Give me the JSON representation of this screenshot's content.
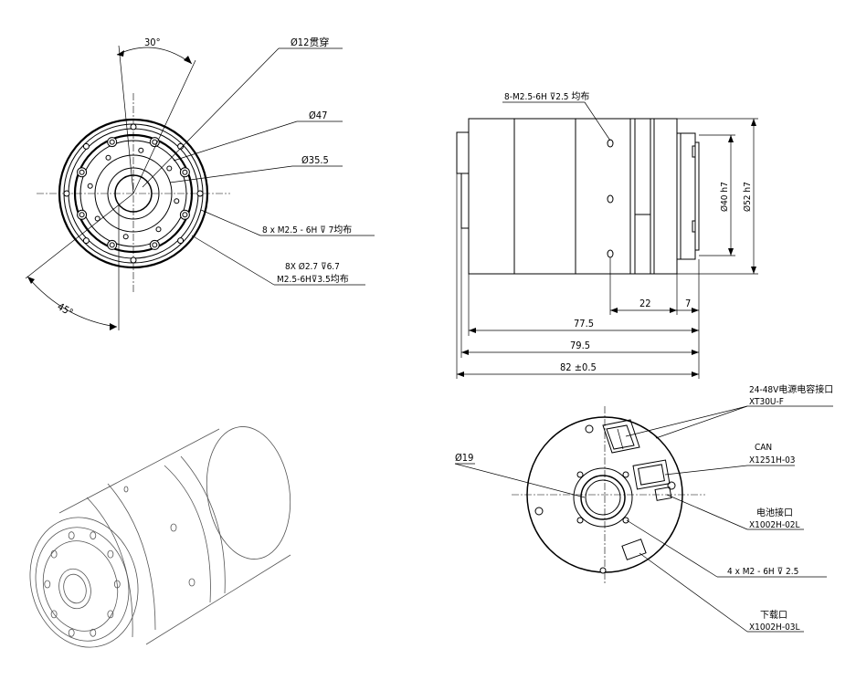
{
  "front_view": {
    "angle_top": "30°",
    "angle_bottom": "45°",
    "callouts": [
      "Ø12贯穿",
      "Ø47",
      "Ø35.5",
      "8 x  M2.5 - 6H ⊽ 7均布",
      "8X Ø2.7 ⊽6.7",
      "M2.5-6H⊽3.5均布"
    ]
  },
  "side_view": {
    "top_note": "8-M2.5-6H ⊽2.5 均布",
    "dia_40": "Ø40 h7",
    "dia_52": "Ø52 h7",
    "dim_22": "22",
    "dim_7": "7",
    "dim_77_5": "77.5",
    "dim_79_5": "79.5",
    "dim_82": "82 ±0.5"
  },
  "rear_view": {
    "dia_19": "Ø19",
    "power_label": "24-48V电源电容接口",
    "power_part": "XT30U-F",
    "can_label": "CAN",
    "can_part": "X1251H-03",
    "battery_label": "电池接口",
    "battery_part": "X1002H-02L",
    "screw_note": "4 x  M2 - 6H ⊽ 2.5",
    "download_label": "下载口",
    "download_part": "X1002H-03L"
  }
}
